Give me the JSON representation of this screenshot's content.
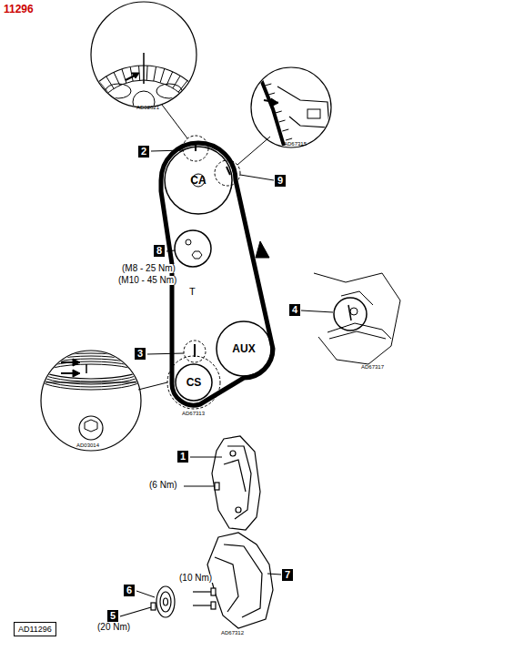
{
  "diagram": {
    "title": "11296",
    "nodes": [
      {
        "text": [
          "CA"
        ]
      },
      {
        "text": [
          "AUX"
        ]
      },
      {
        "text": [
          "CS"
        ]
      },
      {
        "text": [
          "AD11296"
        ]
      }
    ],
    "labels": [
      "AD02621",
      "AD67315",
      "2",
      "9",
      "8",
      "(M8 - 25 Nm)",
      "(M10 - 45 Nm)",
      "T",
      "4",
      "AD67317",
      "3",
      "AD67313",
      "AD03014",
      "1",
      "(6 Nm)",
      "(10 Nm)",
      "7",
      "6",
      "5",
      "(20 Nm)",
      "AD67312"
    ]
  }
}
